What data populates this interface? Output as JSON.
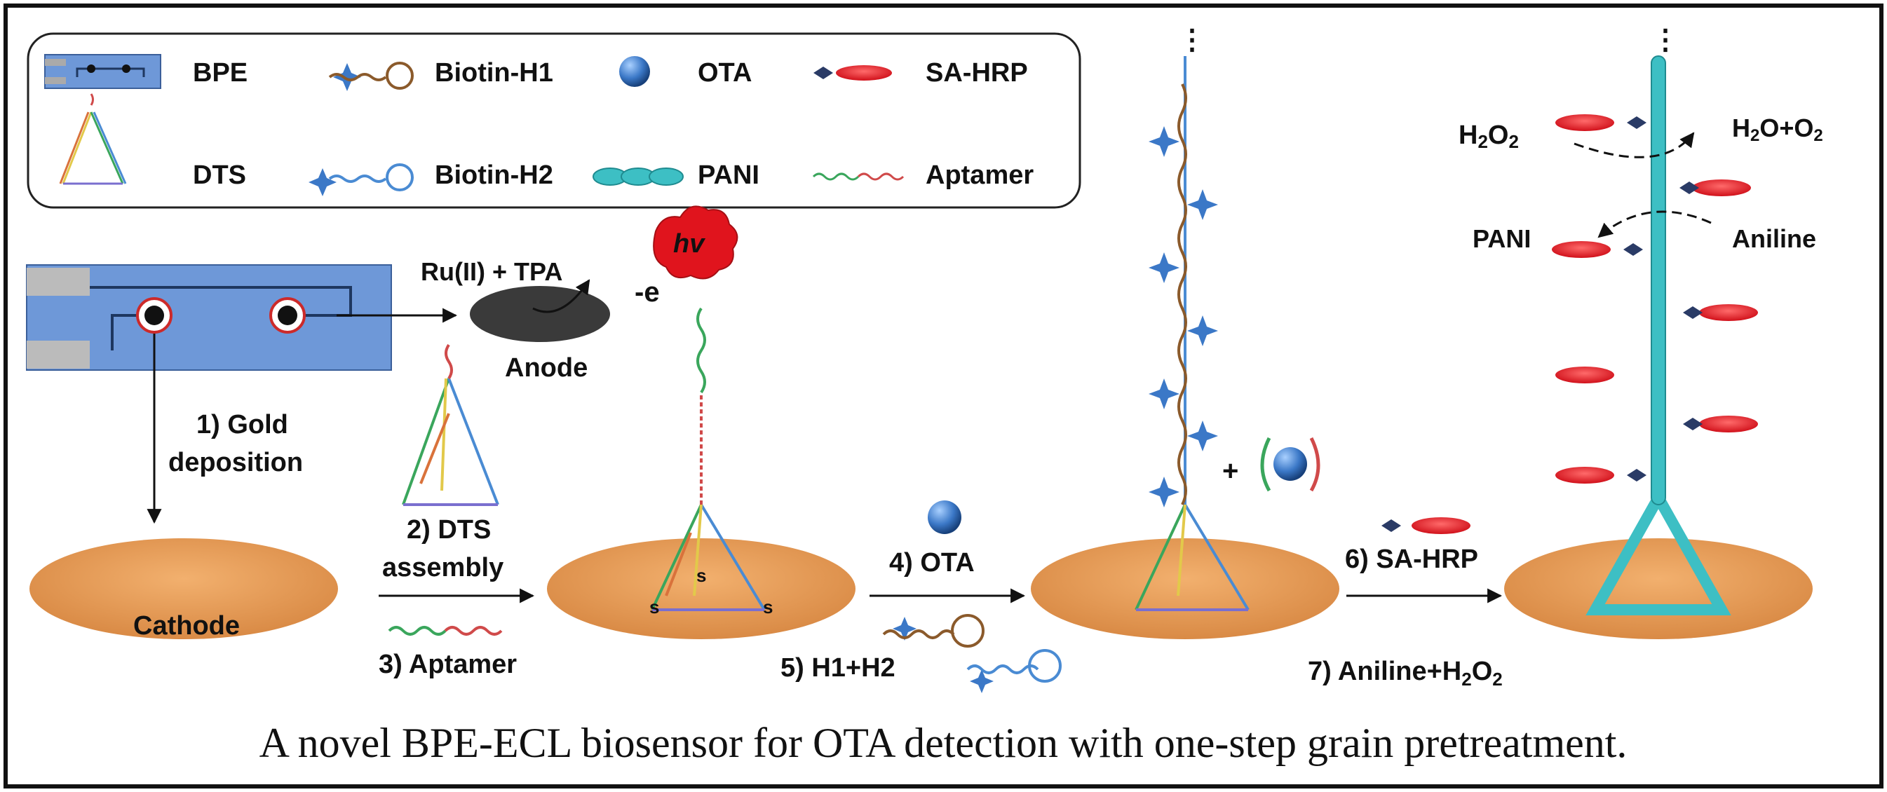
{
  "legend": {
    "bpe": "BPE",
    "biotin_h1": "Biotin-H1",
    "ota": "OTA",
    "sa_hrp": "SA-HRP",
    "dts": "DTS",
    "biotin_h2": "Biotin-H2",
    "pani": "PANI",
    "aptamer": "Aptamer"
  },
  "anode": {
    "reaction": "Ru(II) + TPA",
    "electron": "-e",
    "photon": "hv",
    "label": "Anode"
  },
  "cathode": {
    "label": "Cathode"
  },
  "steps": {
    "s1_line1": "1) Gold",
    "s1_line2": "deposition",
    "s2_line1": "2) DTS",
    "s2_line2": "assembly",
    "s3": "3) Aptamer",
    "s4": "4) OTA",
    "s5": "5) H1+H2",
    "s6": "6) SA-HRP",
    "s7_main": "7) Aniline+H",
    "s7_sub": "2",
    "s7_end": "O",
    "s7_sub2": "2"
  },
  "reactions": {
    "h2o2_main": "H",
    "h2o2_sub1": "2",
    "h2o2_mid": "O",
    "h2o2_sub2": "2",
    "products_1": "H",
    "products_sub": "2",
    "products_2": "O+O",
    "products_sub2": "2",
    "pani": "PANI",
    "aniline": "Aniline"
  },
  "misc": {
    "plus": "+",
    "s": "s"
  },
  "caption": "A novel BPE-ECL biosensor for OTA detection with one-step grain pretreatment.",
  "colors": {
    "electrode": "#5b8fd6",
    "cathode": "#e59a55",
    "anode": "#3a3a3a",
    "hv": "#e0141d",
    "pani": "#3dbfc4",
    "hrp": "#e0262c",
    "ota": "#3b78c7"
  }
}
